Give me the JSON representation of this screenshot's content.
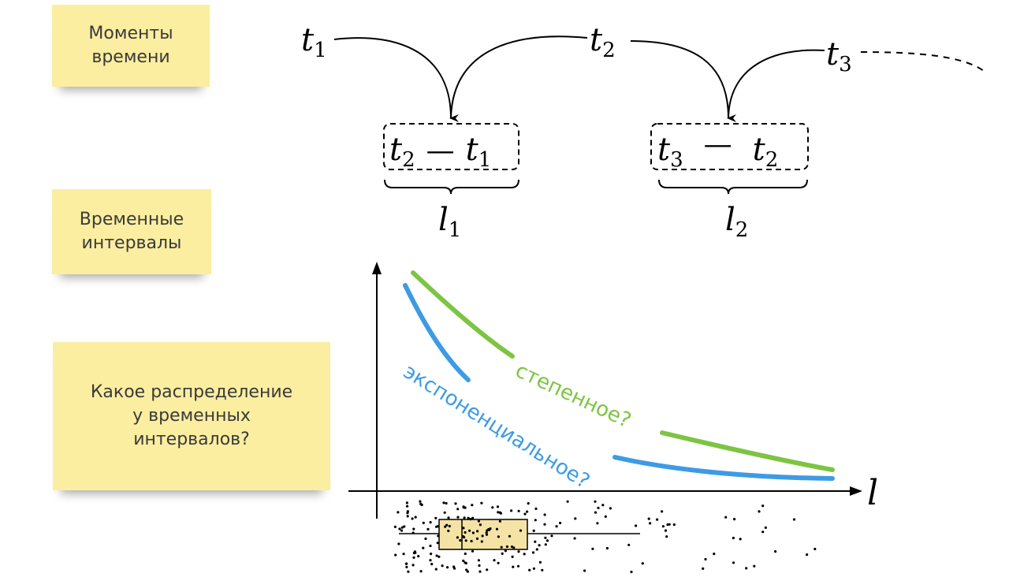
{
  "notes": {
    "time_moments": "Моменты\nвремени",
    "time_intervals": "Временные\nинтервалы",
    "question": "Какое распределение\nу временных\nинтервалов?"
  },
  "timeline": {
    "moments": [
      {
        "var": "t",
        "sub": "1"
      },
      {
        "var": "t",
        "sub": "2"
      },
      {
        "var": "t",
        "sub": "3"
      }
    ],
    "differences": [
      {
        "a_var": "t",
        "a_sub": "2",
        "op": "—",
        "b_var": "t",
        "b_sub": "1"
      },
      {
        "a_var": "t",
        "a_sub": "3",
        "op": "—",
        "b_var": "t",
        "b_sub": "2"
      }
    ],
    "intervals": [
      {
        "var": "l",
        "sub": "1"
      },
      {
        "var": "l",
        "sub": "2"
      }
    ]
  },
  "plot": {
    "x_axis_label": "l",
    "curves": [
      {
        "label": "степенное?",
        "color": "#7dc443"
      },
      {
        "label": "экспоненциальное?",
        "color": "#3d9be4"
      }
    ],
    "box_color": "#f5e3a6"
  }
}
